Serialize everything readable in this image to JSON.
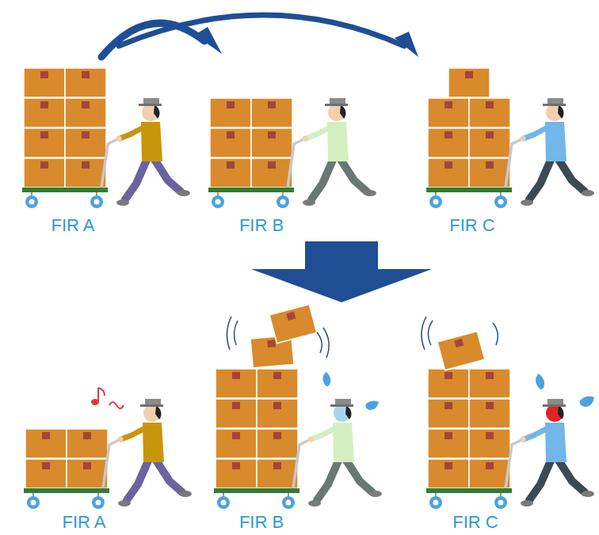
{
  "diagram": {
    "labels": [
      "FIR A",
      "FIR B",
      "FIR C",
      "FIR A",
      "FIR B",
      "FIR C"
    ]
  }
}
